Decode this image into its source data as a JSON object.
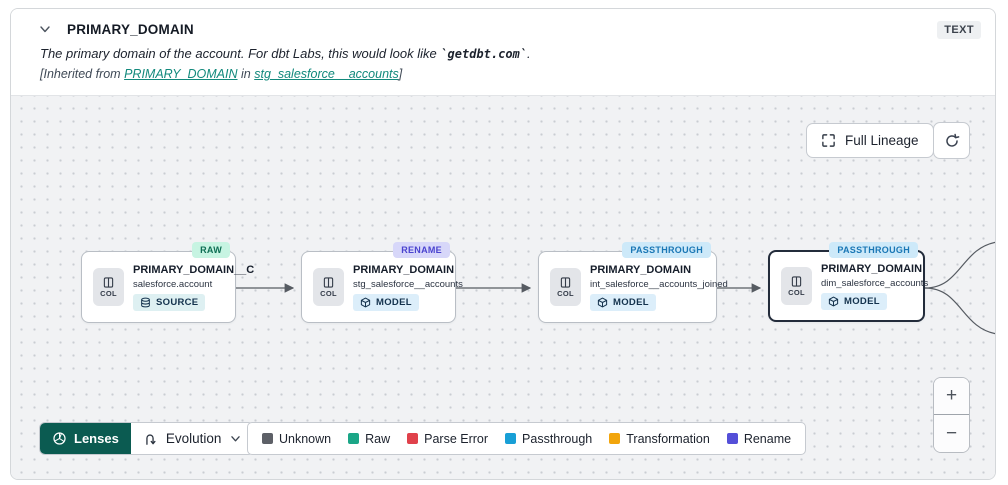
{
  "header": {
    "title": "PRIMARY_DOMAIN",
    "type_badge": "TEXT",
    "description_prefix": "The primary domain of the account. For dbt Labs, this would look like ",
    "description_code": "`getdbt.com`",
    "description_suffix": ".",
    "inherited_prefix": "[Inherited from ",
    "inherited_link1": "PRIMARY_DOMAIN",
    "inherited_mid": " in ",
    "inherited_link2": "stg_salesforce__accounts",
    "inherited_suffix": "]"
  },
  "toolbar": {
    "full_lineage_label": "Full Lineage"
  },
  "nodes": [
    {
      "tag": "RAW",
      "col_label": "COL",
      "title": "PRIMARY_DOMAIN__C",
      "subtitle": "salesforce.account",
      "badge": "SOURCE"
    },
    {
      "tag": "RENAME",
      "col_label": "COL",
      "title": "PRIMARY_DOMAIN",
      "subtitle": "stg_salesforce__accounts",
      "badge": "MODEL"
    },
    {
      "tag": "PASSTHROUGH",
      "col_label": "COL",
      "title": "PRIMARY_DOMAIN",
      "subtitle": "int_salesforce__accounts_joined",
      "badge": "MODEL"
    },
    {
      "tag": "PASSTHROUGH",
      "col_label": "COL",
      "title": "PRIMARY_DOMAIN",
      "subtitle": "dim_salesforce_accounts",
      "badge": "MODEL",
      "selected": true
    }
  ],
  "lenses": {
    "label": "Lenses",
    "selected_lens": "Evolution"
  },
  "legend": {
    "items": [
      {
        "label": "Unknown",
        "color": "#5d6067"
      },
      {
        "label": "Raw",
        "color": "#1ba687"
      },
      {
        "label": "Parse Error",
        "color": "#e0414b"
      },
      {
        "label": "Passthrough",
        "color": "#189fd6"
      },
      {
        "label": "Transformation",
        "color": "#f2a50c"
      },
      {
        "label": "Rename",
        "color": "#544fd8"
      }
    ]
  },
  "zoom_controls": {
    "zoom_in": "+",
    "zoom_out": "−"
  },
  "colors": {
    "lenses_button_bg": "#0b5b51",
    "link_teal": "#12897c",
    "tag_raw_bg": "#c7f4e2",
    "tag_rename_bg": "#d7d7f9",
    "tag_passthrough_bg": "#cde9f9",
    "selected_node_border": "#232c3b"
  }
}
